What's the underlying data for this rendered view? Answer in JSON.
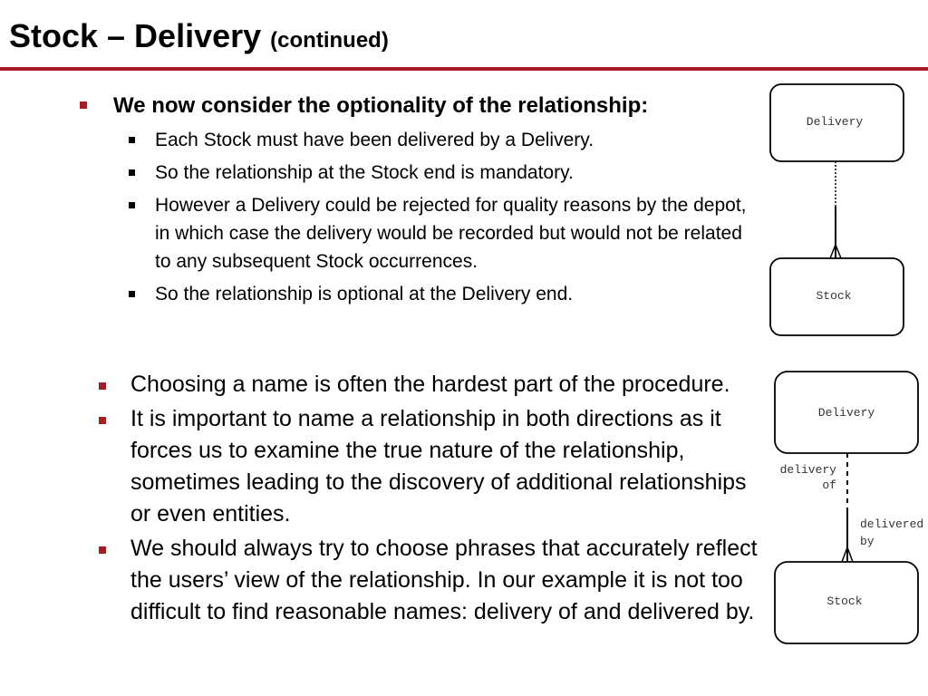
{
  "slide": {
    "title": "Stock – Delivery",
    "title_suffix": "(continued)"
  },
  "top_section": {
    "heading": "We now consider the optionality of the relationship:",
    "points": [
      "Each Stock must have been delivered by a Delivery.",
      "So the relationship at the Stock end is mandatory.",
      "However a Delivery could be rejected for quality reasons by the depot, in which case the delivery would be recorded but would not be related to any subsequent Stock occurrences.",
      "So the relationship is optional at the Delivery end."
    ]
  },
  "bottom_section": {
    "points": [
      "Choosing a name is often the hardest part of the procedure.",
      "It is important to name a relationship in both directions as it forces us to examine the true nature of the relationship, sometimes leading to the discovery of additional relationships or even entities.",
      "We should always try to choose phrases that accurately reflect the users’ view of the relationship. In our example it is not too difficult to find reasonable names: delivery of and delivered by."
    ]
  },
  "diagram_top": {
    "entity_a": "Delivery",
    "entity_b": "Stock"
  },
  "diagram_bottom": {
    "entity_a": "Delivery",
    "entity_b": "Stock",
    "label_a_line1": "delivery",
    "label_a_line2": "of",
    "label_b_line1": "delivered",
    "label_b_line2": "by"
  },
  "colors": {
    "accent": "#a61c22"
  }
}
